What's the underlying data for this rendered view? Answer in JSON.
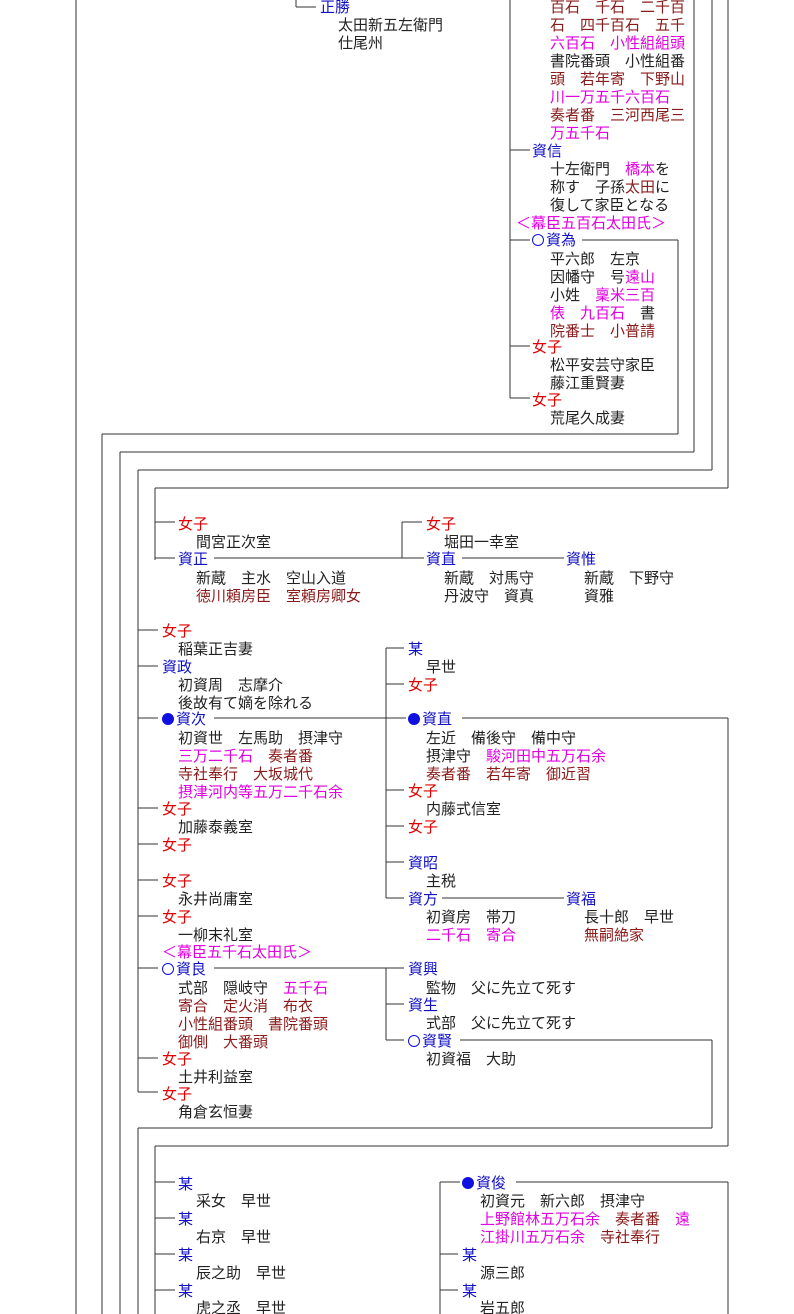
{
  "colors": {
    "name": "#1010c8",
    "female": "#e00000",
    "office": "#8b1a1a",
    "fief": "#e000e0",
    "plain": "#222222"
  },
  "top": {
    "masakatsu": {
      "name": "正勝",
      "lines": [
        "太田新五左衛門",
        "仕尾州"
      ]
    },
    "upper_right": [
      "百石　千石　二千百",
      "石　四千百石　五千",
      "六百石　小性組組頭",
      "書院番頭　小性組番",
      "頭　若年寄　下野山",
      "川一万五千六百石",
      "奏者番　三河西尾三",
      "万五千石"
    ],
    "sukenobu": {
      "name": "資信",
      "l1": "十左衛門　",
      "l1b": "橋本",
      "l1c": "を",
      "l2a": "称す　子孫",
      "l2b": "太田",
      "l2c": "に",
      "l3": "復して家臣となる",
      "note": "＜幕臣五百石太田氏＞"
    },
    "sukenari": {
      "name": "資為",
      "l1": "平六郎　左京",
      "l2a": "因幡守　号",
      "l2b": "遠山",
      "l3a": "小姓　",
      "l3b": "稟米三百",
      "l4a": "俵　九百石",
      "l4b": "　書",
      "l5": "院番士　小普請"
    },
    "daughter1": {
      "name": "女子",
      "l1": "松平安芸守家臣",
      "l2": "藤江重賢妻"
    },
    "daughter2": {
      "name": "女子",
      "l1": "荒尾久成妻"
    }
  },
  "mid": {
    "d_mamiya": {
      "name": "女子",
      "l1": "間宮正次室"
    },
    "sukemasa": {
      "name": "資正",
      "l1": "新蔵　主水　空山入道",
      "l2": "徳川頼房臣　室頼房卿女"
    },
    "d_hotta": {
      "name": "女子",
      "l1": "堀田一幸室"
    },
    "sukenao1": {
      "name": "資直",
      "l1": "新蔵　対馬守",
      "l2": "丹波守　資真"
    },
    "sukeyui": {
      "name": "資惟",
      "l1": "新蔵　下野守",
      "l2": "資雅"
    }
  },
  "gen": {
    "d_inaba": {
      "name": "女子",
      "l1": "稲葉正吉妻"
    },
    "sukemasa2": {
      "name": "資政",
      "l1": "初資周　志摩介",
      "l2": "後故有て嫡を除れる"
    },
    "sukeji": {
      "name": "資次",
      "l1": "初資世　左馬助　摂津守",
      "l2a": "三万二千石",
      "l2b": "　奏者番",
      "l3": "寺社奉行　大坂城代",
      "l4": "摂津河内等五万二千石余"
    },
    "d_kato": {
      "name": "女子",
      "l1": "加藤泰義室"
    },
    "d_plain": {
      "name": "女子"
    },
    "d_nagai": {
      "name": "女子",
      "l1": "永井尚庸室"
    },
    "d_hitotsu": {
      "name": "女子",
      "l1": "一柳末礼室",
      "note": "＜幕臣五千石太田氏＞"
    },
    "sukeyoshi": {
      "name": "資良",
      "l1a": "式部　隠岐守　",
      "l1b": "五千石",
      "l2": "寄合　定火消　布衣",
      "l3": "小性組番頭　書院番頭",
      "l4": "御側　大番頭"
    },
    "d_tsuchii": {
      "name": "女子",
      "l1": "土井利益室"
    },
    "d_sumikura": {
      "name": "女子",
      "l1": "角倉玄恒妻"
    }
  },
  "right": {
    "bo": {
      "name": "某",
      "l1": "早世"
    },
    "d_r1": {
      "name": "女子"
    },
    "sukenao2": {
      "name": "資直",
      "l1": "左近　備後守　備中守",
      "l2a": "摂津守　",
      "l2b": "駿河田中五万石余",
      "l3": "奏者番　若年寄　御近習"
    },
    "d_naito": {
      "name": "女子",
      "l1": "内藤式信室"
    },
    "d_r2": {
      "name": "女子"
    },
    "sukeaki": {
      "name": "資昭",
      "l1": "主税"
    },
    "sukekata": {
      "name": "資方",
      "l1": "初資房　帯刀",
      "l2": "二千石　寄合"
    },
    "sukefuku": {
      "name": "資福",
      "l1": "長十郎　早世",
      "l2": "無嗣絶家"
    },
    "sukeoki": {
      "name": "資興",
      "l1": "監物　父に先立て死す"
    },
    "sukenari2": {
      "name": "資生",
      "l1": "式部　父に先立て死す"
    },
    "sukekata2": {
      "name": "資賢",
      "l1": "初資福　大助"
    }
  },
  "bottom": {
    "bo1": {
      "name": "某",
      "l1": "采女　早世"
    },
    "bo2": {
      "name": "某",
      "l1": "右京　早世"
    },
    "bo3": {
      "name": "某",
      "l1": "辰之助　早世"
    },
    "bo4": {
      "name": "某",
      "l1": "虎之丞　早世"
    },
    "suketoshi": {
      "name": "資俊",
      "l1": "初資元　新六郎　摂津守",
      "l2a": "上野館林五万石余",
      "l2b": "　奏者番　",
      "l2c": "遠",
      "l3a": "江掛川五万石余",
      "l3b": "　寺社奉行"
    },
    "bo5": {
      "name": "某",
      "l1": "源三郎"
    },
    "bo6": {
      "name": "某",
      "l1": "岩五郎"
    }
  }
}
